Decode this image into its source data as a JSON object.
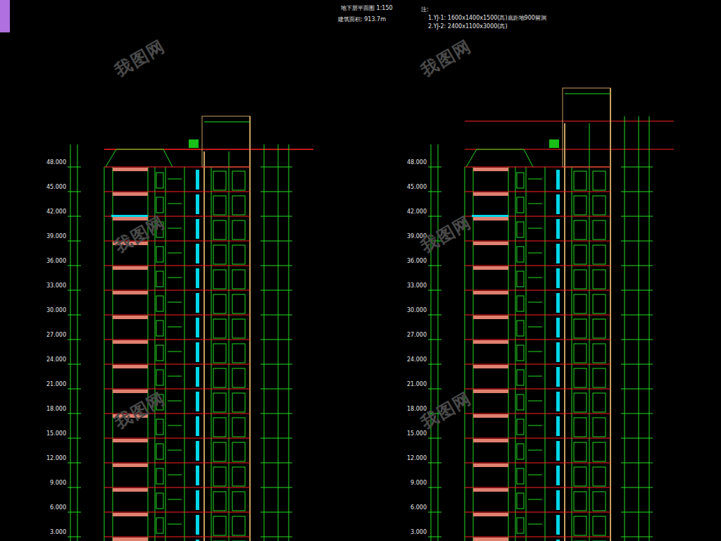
{
  "diagram": {
    "labels": [
      "地下层平面图 1:150",
      "建筑面积: 913.7m",
      "注:",
      "1.YJ-1: 1600x1400x1500(高)底距地900留洞",
      "2.YJ-2: 2400x1100x3000(高)",
      "48.000",
      "45.000",
      "42.000",
      "39.000",
      "36.000",
      "33.000",
      "30.000",
      "27.000",
      "24.000",
      "21.000",
      "18.000",
      "15.000",
      "12.000",
      "9.000",
      "6.000",
      "3.000",
      "48.000",
      "45.000",
      "42.000",
      "39.000",
      "36.000",
      "33.000",
      "30.000",
      "27.000",
      "24.000",
      "21.000",
      "18.000",
      "15.000",
      "12.000",
      "9.000",
      "6.000",
      "3.000",
      "我图网",
      "我图网",
      "我图网",
      "我图网",
      "我图网",
      "我图网"
    ]
  }
}
